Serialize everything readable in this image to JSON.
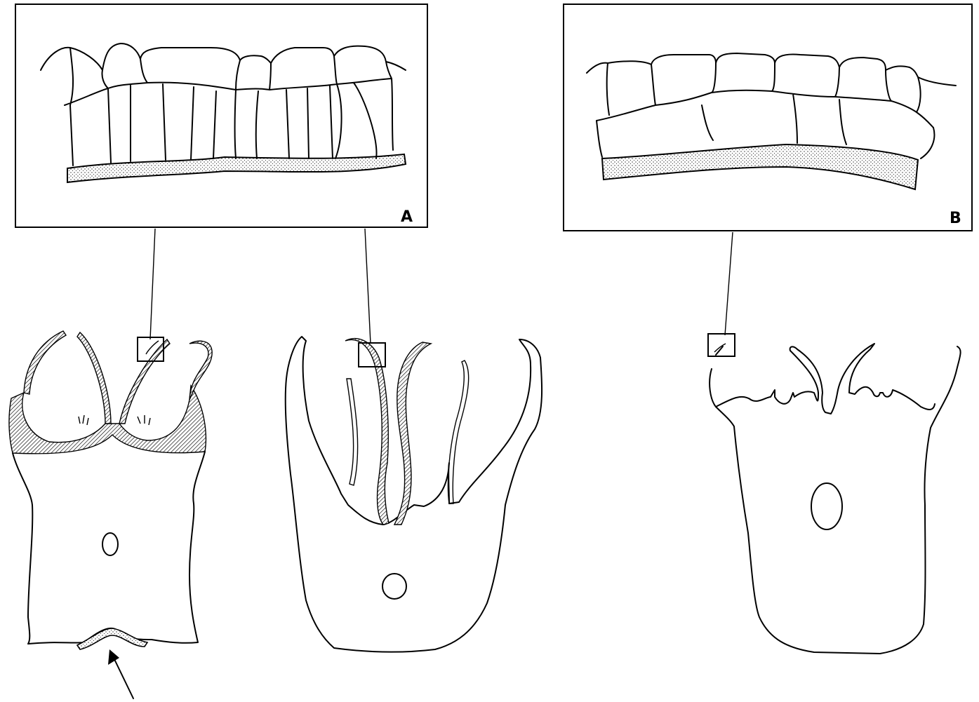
{
  "figure": {
    "panels": [
      {
        "id": "A",
        "label": "A"
      },
      {
        "id": "B",
        "label": "B"
      }
    ],
    "colors": {
      "ink": "#000000",
      "background": "#ffffff"
    }
  }
}
